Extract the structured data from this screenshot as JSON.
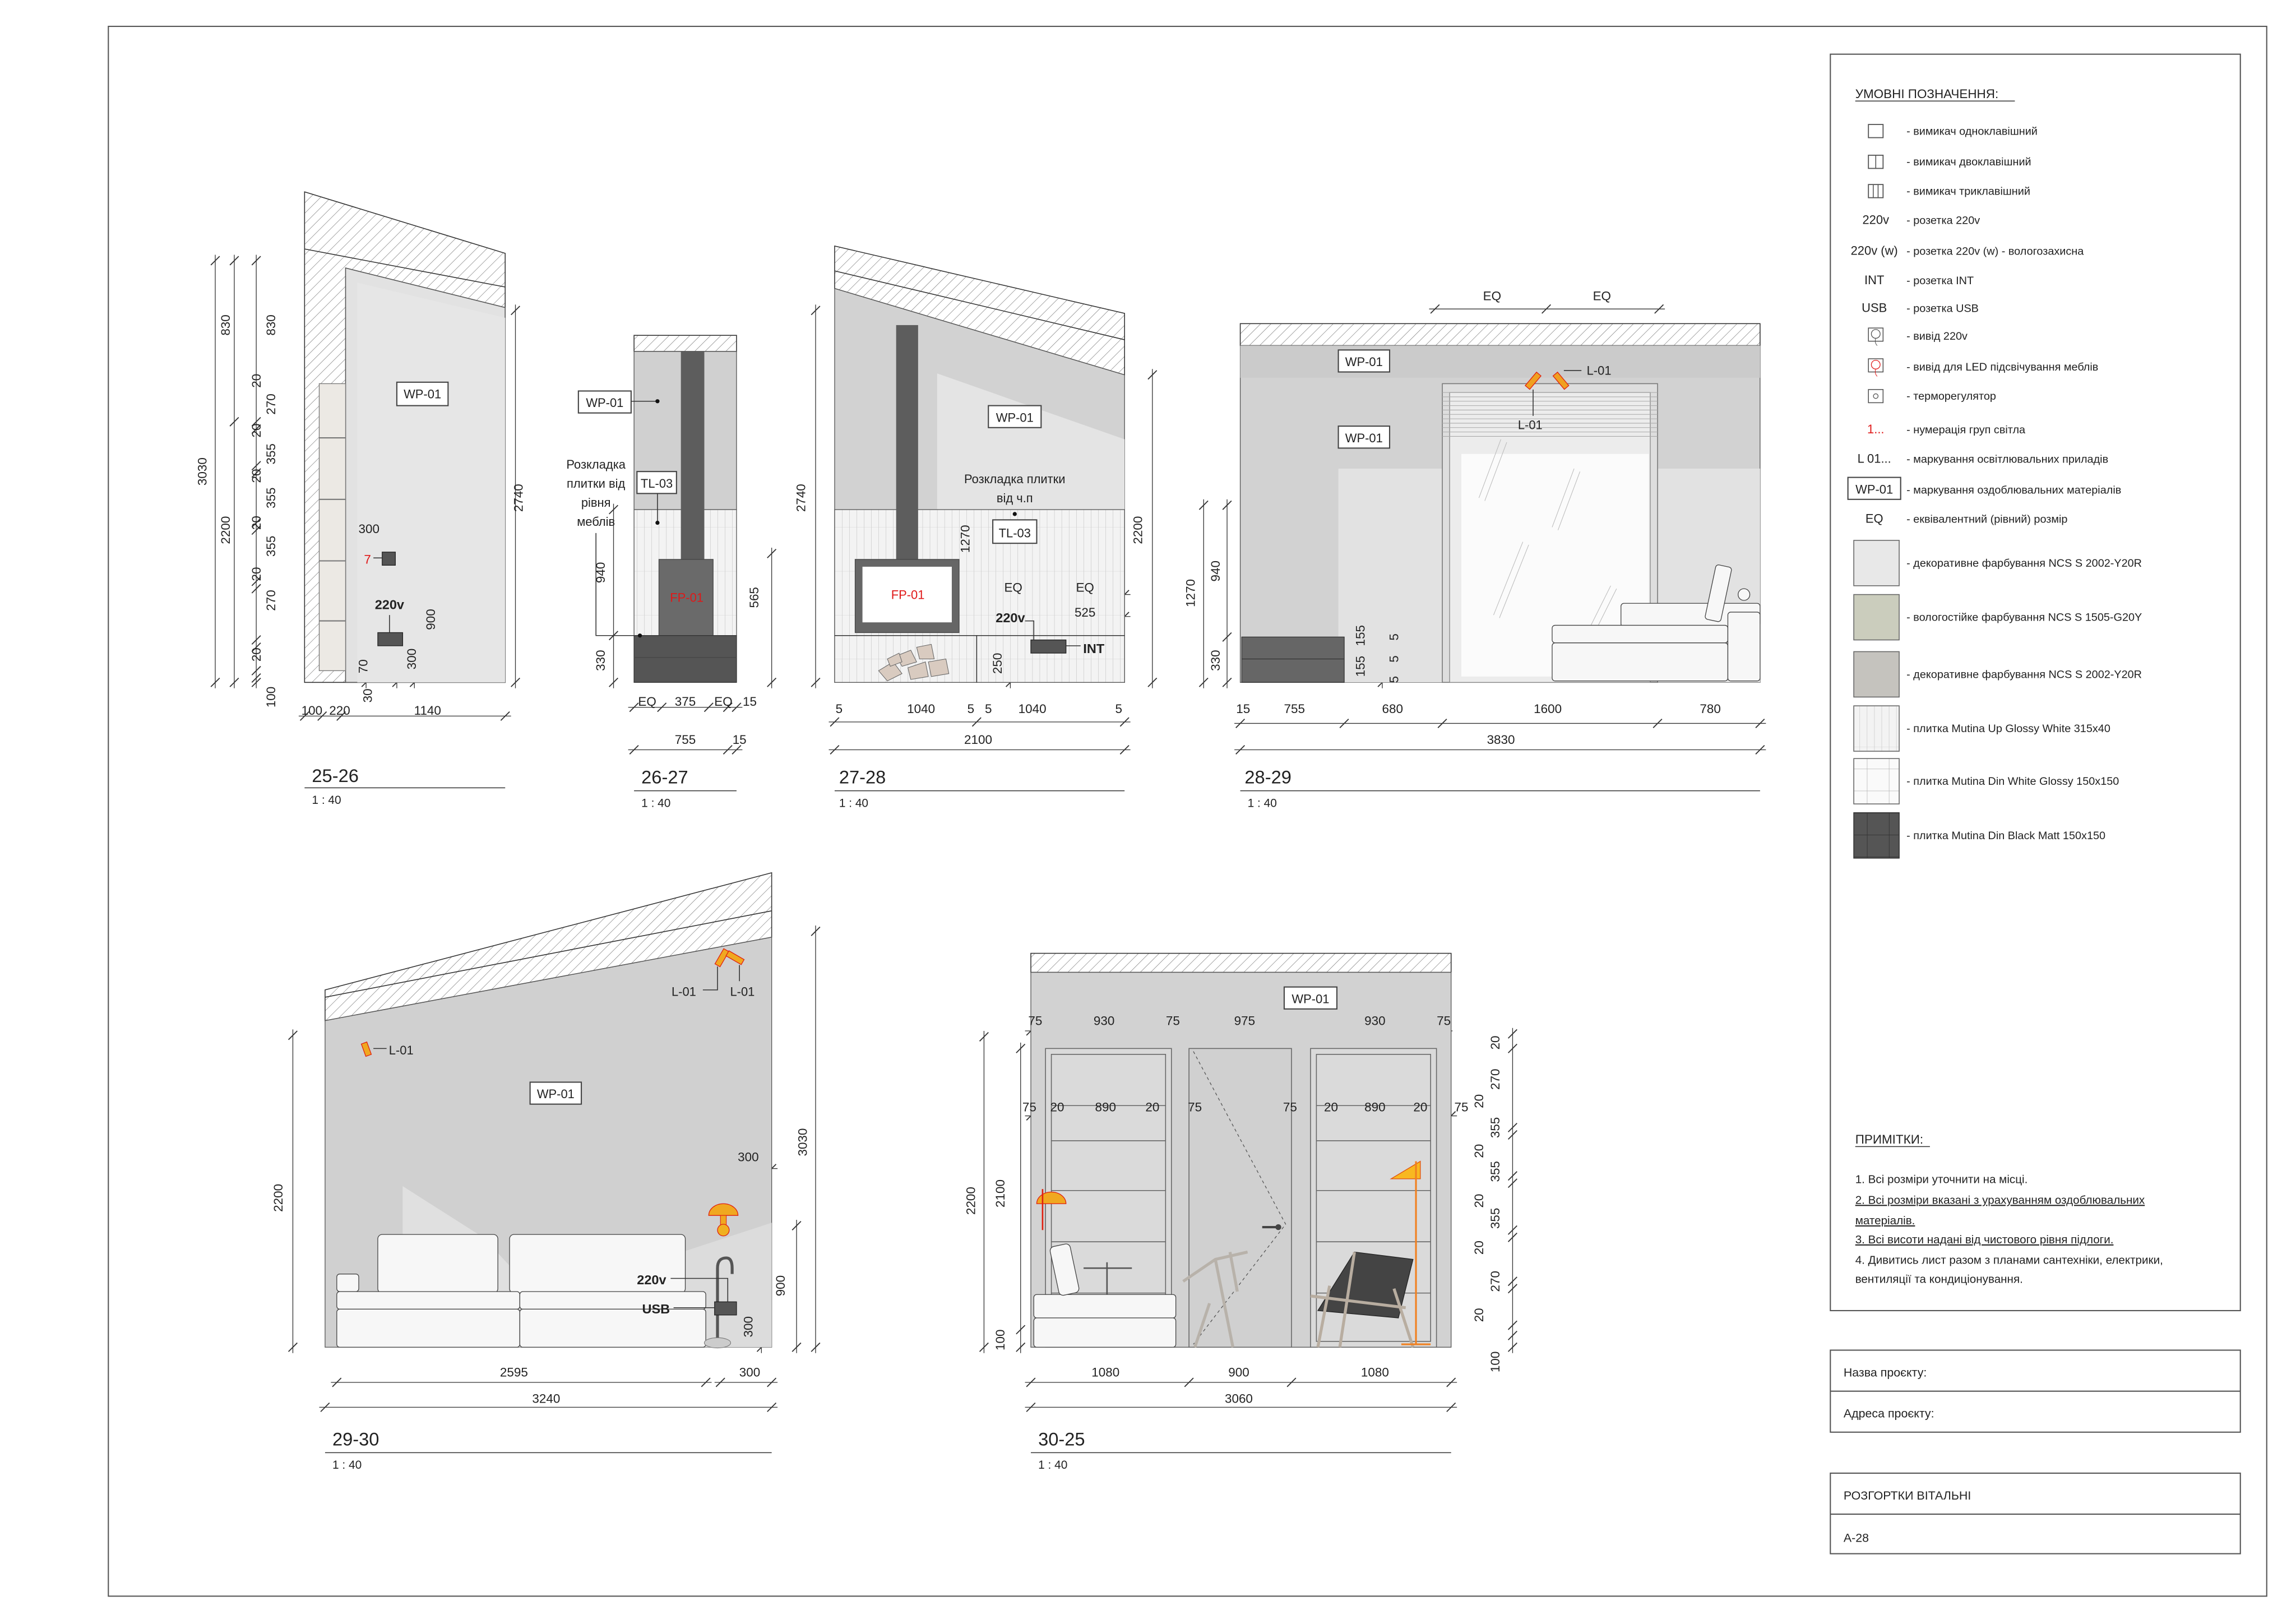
{
  "legend": {
    "title": "УМОВНІ ПОЗНАЧЕННЯ:",
    "items": [
      {
        "symbol": "switch-1-icon",
        "text": "- вимикач одноклавішний"
      },
      {
        "symbol": "switch-2-icon",
        "text": "- вимикач двоклавішний"
      },
      {
        "symbol": "switch-3-icon",
        "text": "- вимикач триклавішний"
      },
      {
        "symbol": "220v",
        "text": "- розетка 220v"
      },
      {
        "symbol": "220v (w)",
        "text": "- розетка 220v (w) - вологозахисна"
      },
      {
        "symbol": "INT",
        "text": "- розетка INT"
      },
      {
        "symbol": "USB",
        "text": "- розетка USB"
      },
      {
        "symbol": "outlet-220v-icon",
        "text": "- вивід 220v"
      },
      {
        "symbol": "outlet-led-icon",
        "text": "- вивід для LED підсвічування меблів"
      },
      {
        "symbol": "thermostat-icon",
        "text": "- терморегулятор"
      },
      {
        "symbol": "1...",
        "text": "- нумерація груп світла"
      },
      {
        "symbol": "L 01...",
        "text": "- маркування освітлювальних приладів"
      },
      {
        "symbol": "WP-01",
        "text": "- маркування оздоблювальних матеріалів"
      },
      {
        "symbol": "EQ",
        "text": "- еквівалентний (рівний) розмір"
      }
    ],
    "materials": [
      {
        "color": "#e8e8e8",
        "text": "- декоративне фарбування NCS S 2002-Y20R"
      },
      {
        "color": "#cbcdbd",
        "text": "- вологостійке фарбування NCS S 1505-G20Y"
      },
      {
        "color": "#c5c3be",
        "text": "- декоративне фарбування NCS S 2002-Y20R"
      },
      {
        "color": "#ffffff",
        "text": "- плитка Mutina Up Glossy White 315x40"
      },
      {
        "color": "#fafafa",
        "text": "- плитка Mutina Din White Glossy 150x150"
      },
      {
        "color": "#555555",
        "text": "- плитка Mutina Din Black Matt 150x150"
      }
    ]
  },
  "notes": {
    "title": "ПРИМІТКИ:",
    "lines": [
      "1. Всі розміри уточнити на місці.",
      "2. Всі розміри вказані з урахуванням оздоблювальних",
      "матеріалів.",
      "3. Всі висоти надані від чистового рівня підлоги.",
      "4. Дивитись лист разом з планами сантехніки, електрики,",
      "вентиляції та кондиціонування."
    ]
  },
  "title_block": {
    "project_name_label": "Назва проєкту:",
    "project_address_label": "Адреса проєкту:",
    "sheet_title": "РОЗГОРТКИ ВІТАЛЬНІ",
    "sheet_number": "А-28"
  },
  "drawings": [
    {
      "title": "25-26",
      "scale": "1 : 40",
      "labels": {
        "tag": "WP-01",
        "group": "7",
        "socket": "220v"
      },
      "dims": [
        "3030",
        "830",
        "2200",
        "830",
        "20",
        "270",
        "20",
        "355",
        "20",
        "355",
        "20",
        "355",
        "20",
        "270",
        "20",
        "100",
        "2740",
        "300",
        "900",
        "300",
        "70",
        "30",
        "100",
        "220",
        "1140"
      ]
    },
    {
      "title": "26-27",
      "scale": "1 : 40",
      "labels": {
        "tag": "WP-01",
        "tile": "TL-03",
        "fireplace": "FP-01",
        "note": [
          "Розкладка",
          "плитки від",
          "рівня",
          "меблів"
        ]
      },
      "dims": [
        "940",
        "330",
        "565",
        "EQ",
        "375",
        "EQ",
        "15",
        "755",
        "15"
      ]
    },
    {
      "title": "27-28",
      "scale": "1 : 40",
      "labels": {
        "tag": "WP-01",
        "tile": "TL-03",
        "fireplace": "FP-01",
        "note": [
          "Розкладка плитки",
          "від ч.п"
        ],
        "socket": "220v",
        "int": "INT"
      },
      "dims": [
        "2740",
        "1270",
        "2200",
        "EQ",
        "EQ",
        "525",
        "250",
        "5",
        "1040",
        "5",
        "5",
        "1040",
        "5",
        "2100"
      ]
    },
    {
      "title": "28-29",
      "scale": "1 : 40",
      "labels": {
        "tag1": "WP-01",
        "tag2": "WP-01",
        "light1": "L-01",
        "light2": "L-01"
      },
      "dims": [
        "EQ",
        "EQ",
        "1270",
        "940",
        "330",
        "155",
        "155",
        "5",
        "5",
        "5",
        "15",
        "755",
        "680",
        "1600",
        "780",
        "3830"
      ]
    },
    {
      "title": "29-30",
      "scale": "1 : 40",
      "labels": {
        "tag": "WP-01",
        "light1": "L-01",
        "light2": "L-01",
        "light3": "L-01",
        "socket": "220v",
        "usb": "USB"
      },
      "dims": [
        "2200",
        "3030",
        "300",
        "900",
        "300",
        "2595",
        "300",
        "3240"
      ]
    },
    {
      "title": "30-25",
      "scale": "1 : 40",
      "labels": {
        "tag": "WP-01"
      },
      "dims": [
        "75",
        "930",
        "75",
        "975",
        "930",
        "75",
        "75",
        "20",
        "890",
        "20",
        "75",
        "75",
        "20",
        "890",
        "20",
        "75",
        "2200",
        "2100",
        "100",
        "20",
        "270",
        "20",
        "355",
        "20",
        "355",
        "20",
        "355",
        "20",
        "270",
        "20",
        "100",
        "1080",
        "900",
        "1080",
        "3060"
      ]
    }
  ]
}
